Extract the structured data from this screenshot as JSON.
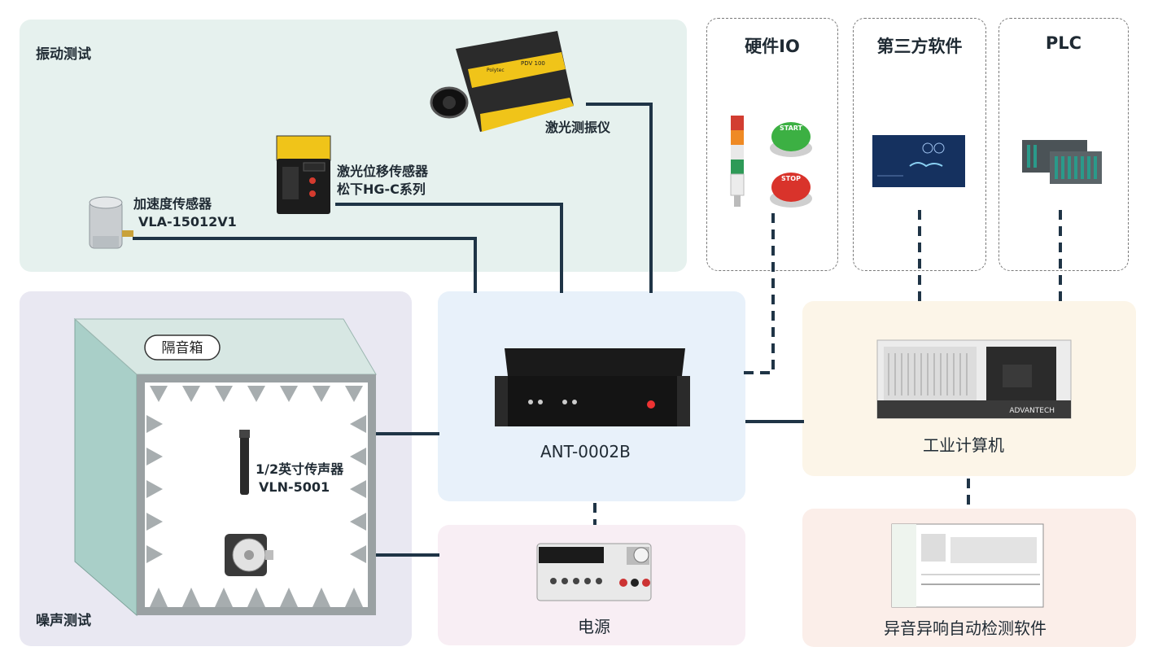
{
  "groups": {
    "vibration": {
      "title": "振动测试"
    },
    "noise": {
      "title": "噪声测试",
      "box_label": "隔音箱"
    }
  },
  "devices": {
    "accelerometer": {
      "line1": "加速度传感器",
      "line2": "VLA-15012V1"
    },
    "laser_displacement": {
      "line1": "激光位移传感器",
      "line2": "松下HG-C系列"
    },
    "laser_vibrometer": {
      "label": "激光测振仪",
      "brand_text": "Polytec",
      "model_text": "PDV 100"
    },
    "microphone": {
      "line1": "1/2英寸传声器",
      "line2": "VLN-5001"
    },
    "ant": {
      "label": "ANT-0002B"
    },
    "power": {
      "label": "电源"
    },
    "ipc": {
      "label": "工业计算机",
      "brand_text": "ADVANTECH"
    },
    "software": {
      "label": "异音异响自动检测软件"
    }
  },
  "external": {
    "hardware_io": {
      "title": "硬件IO",
      "start_text": "START",
      "stop_text": "STOP"
    },
    "third_party": {
      "title": "第三方软件"
    },
    "plc": {
      "title": "PLC"
    }
  },
  "colors": {
    "vibration_bg": "#e6f1ee",
    "noise_bg": "#e9e8f2",
    "ant_bg": "#e8f1fa",
    "power_bg": "#f8eef4",
    "ipc_bg": "#fcf5e8",
    "software_bg": "#fbeee9",
    "line": "#1f3446"
  }
}
